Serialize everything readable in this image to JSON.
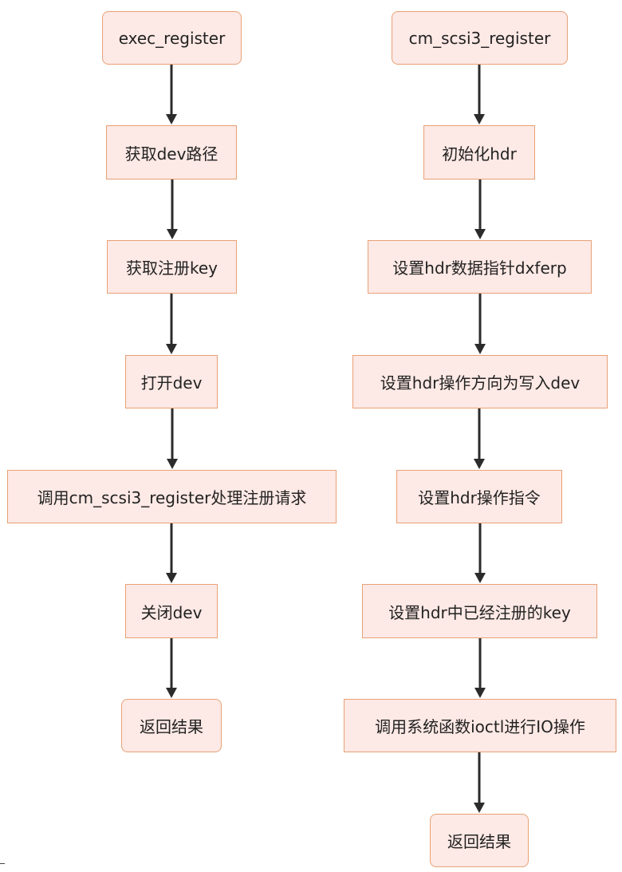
{
  "colors": {
    "node_fill": "#fde9e5",
    "node_border": "#e8a176",
    "edge": "#2b2b2b",
    "text": "#222222",
    "background": "#ffffff"
  },
  "left_flow": [
    {
      "id": "L0",
      "label": "exec_register",
      "shape": "rounded"
    },
    {
      "id": "L1",
      "label": "获取dev路径",
      "shape": "rect"
    },
    {
      "id": "L2",
      "label": "获取注册key",
      "shape": "rect"
    },
    {
      "id": "L3",
      "label": "打开dev",
      "shape": "rect"
    },
    {
      "id": "L4",
      "label": "调用cm_scsi3_register处理注册请求",
      "shape": "rect"
    },
    {
      "id": "L5",
      "label": "关闭dev",
      "shape": "rect"
    },
    {
      "id": "L6",
      "label": "返回结果",
      "shape": "rounded"
    }
  ],
  "right_flow": [
    {
      "id": "R0",
      "label": "cm_scsi3_register",
      "shape": "rounded"
    },
    {
      "id": "R1",
      "label": "初始化hdr",
      "shape": "rect"
    },
    {
      "id": "R2",
      "label": "设置hdr数据指针dxferp",
      "shape": "rect"
    },
    {
      "id": "R3",
      "label": "设置hdr操作方向为写入dev",
      "shape": "rect"
    },
    {
      "id": "R4",
      "label": "设置hdr操作指令",
      "shape": "rect"
    },
    {
      "id": "R5",
      "label": "设置hdr中已经注册的key",
      "shape": "rect"
    },
    {
      "id": "R6",
      "label": "调用系统函数ioctl进行IO操作",
      "shape": "rect"
    },
    {
      "id": "R7",
      "label": "返回结果",
      "shape": "rounded"
    }
  ],
  "edges": [
    [
      "L0",
      "L1"
    ],
    [
      "L1",
      "L2"
    ],
    [
      "L2",
      "L3"
    ],
    [
      "L3",
      "L4"
    ],
    [
      "L4",
      "L5"
    ],
    [
      "L5",
      "L6"
    ],
    [
      "R0",
      "R1"
    ],
    [
      "R1",
      "R2"
    ],
    [
      "R2",
      "R3"
    ],
    [
      "R3",
      "R4"
    ],
    [
      "R4",
      "R5"
    ],
    [
      "R5",
      "R6"
    ],
    [
      "R6",
      "R7"
    ]
  ]
}
